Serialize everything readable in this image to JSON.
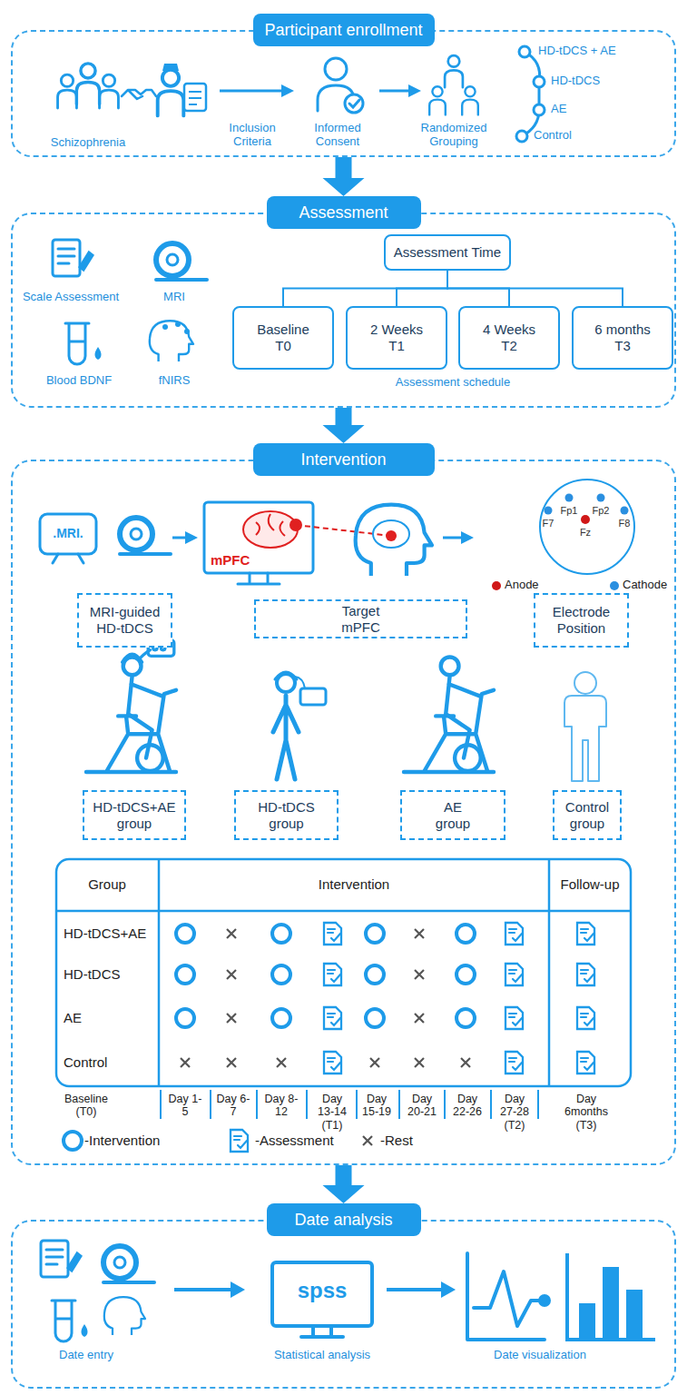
{
  "diagram": {
    "nodes": [
      {
        "text": [
          "Participant enrollment"
        ]
      },
      {
        "text": [
          "Assessment"
        ]
      },
      {
        "text": [
          "Assessment Time"
        ],
        "in": 1
      },
      {
        "text": [
          "Baseline T0"
        ],
        "in": 1
      },
      {
        "text": [
          "2 Weeks T1"
        ],
        "in": 1
      },
      {
        "text": [
          "4 Weeks T2"
        ],
        "in": 1
      },
      {
        "text": [
          "6 months T3"
        ],
        "in": 1
      },
      {
        "text": [
          "Intervention"
        ]
      },
      {
        "text": [
          "MRI-guided HD-tDCS"
        ],
        "in": 7
      },
      {
        "text": [
          "Target mPFC"
        ],
        "in": 7
      },
      {
        "text": [
          "Electrode Position"
        ],
        "in": 7
      },
      {
        "text": [
          "HD-tDCS+AE group"
        ],
        "in": 7
      },
      {
        "text": [
          "HD-tDCS group"
        ],
        "in": 7
      },
      {
        "text": [
          "AE group"
        ],
        "in": 7
      },
      {
        "text": [
          "Control group"
        ],
        "in": 7
      },
      {
        "text": [
          "Date analysis"
        ]
      }
    ],
    "edges": [
      {
        "from": 0,
        "to": 1,
        "arrow": "to"
      },
      {
        "from": 1,
        "to": 7,
        "arrow": "to"
      },
      {
        "from": 7,
        "to": 15,
        "arrow": "to"
      },
      {
        "from": 2,
        "to": 3,
        "arrow": "none"
      },
      {
        "from": 2,
        "to": 4,
        "arrow": "none"
      },
      {
        "from": 2,
        "to": 5,
        "arrow": "none"
      },
      {
        "from": 2,
        "to": 6,
        "arrow": "none"
      }
    ],
    "labels": [
      "Schizophrenia",
      "Inclusion Criteria",
      "Informed Consent",
      "Randomized Grouping",
      "HD-tDCS + AE",
      "HD-tDCS",
      "AE",
      "Control",
      "Scale Assessment",
      "MRI",
      "Blood BDNF",
      "fNIRS",
      "Assessment schedule",
      ".MRI.",
      "mPFC",
      "Fp1",
      "Fp2",
      "F7",
      "Fz",
      "F8",
      "Anode",
      "Cathode",
      "Group",
      "Intervention",
      "Follow-up",
      "HD-tDCS+AE",
      "HD-tDCS",
      "AE",
      "Control",
      "Baseline (T0)",
      "Day 1-5",
      "Day 6-7",
      "Day 8-12",
      "Day 13-14 (T1)",
      "Day 15-19",
      "Day 20-21",
      "Day 22-26",
      "Day 27-28 (T2)",
      "Day 6months (T3)",
      "Date entry",
      "spss",
      "Statistical analysis",
      "Date visualization"
    ],
    "legend": [
      {
        "text": "-Intervention"
      },
      {
        "text": "-Assessment"
      },
      {
        "text": "-Rest"
      }
    ]
  }
}
